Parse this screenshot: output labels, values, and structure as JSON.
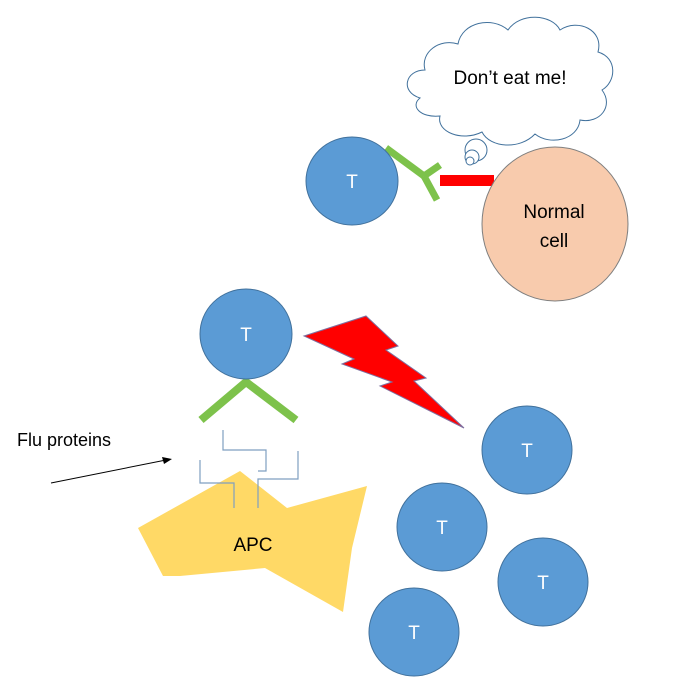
{
  "colors": {
    "t_cell": "#5b9bd5",
    "t_cell_border": "#41719c",
    "receptor": "#7dc24b",
    "normal_cell": "#f8cbad",
    "normal_cell_border": "#7f7f7f",
    "bolt": "#ff0000",
    "apc": "#ffd966",
    "peptide": "#7f9fc0",
    "cloud_border": "#41719c",
    "block": "#ff0000",
    "arrow": "#000000"
  },
  "thought_bubble": {
    "text": "Don’t eat me!"
  },
  "normal_cell": {
    "line1": "Normal",
    "line2": "cell"
  },
  "t_cells": [
    {
      "id": "t-cell-top",
      "label": "T",
      "role": "bound to normal cell, inhibited"
    },
    {
      "id": "t-cell-activated",
      "label": "T",
      "role": "activated by APC"
    },
    {
      "id": "t-cell-clone-1",
      "label": "T"
    },
    {
      "id": "t-cell-clone-2",
      "label": "T"
    },
    {
      "id": "t-cell-clone-3",
      "label": "T"
    },
    {
      "id": "t-cell-clone-4",
      "label": "T"
    }
  ],
  "apc": {
    "label": "APC"
  },
  "flu_proteins": {
    "label": "Flu proteins"
  }
}
